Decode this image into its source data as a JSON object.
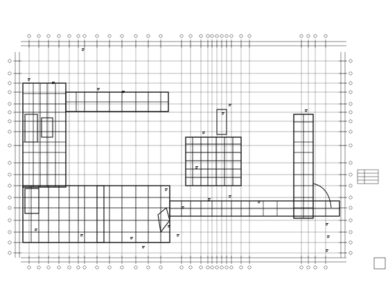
{
  "drawing": {
    "kind": "structural-floor-plan",
    "line_color": "#111111",
    "background": "#ffffff",
    "wings": [
      {
        "name": "west-wing"
      },
      {
        "name": "north-wing"
      },
      {
        "name": "south-wing"
      },
      {
        "name": "central-grid"
      },
      {
        "name": "east-wing"
      },
      {
        "name": "east-corridor"
      }
    ]
  },
  "notes": {
    "lines": [
      "",
      "",
      "",
      "",
      "",
      "",
      "",
      ""
    ]
  },
  "legend": {
    "rows": 4
  }
}
